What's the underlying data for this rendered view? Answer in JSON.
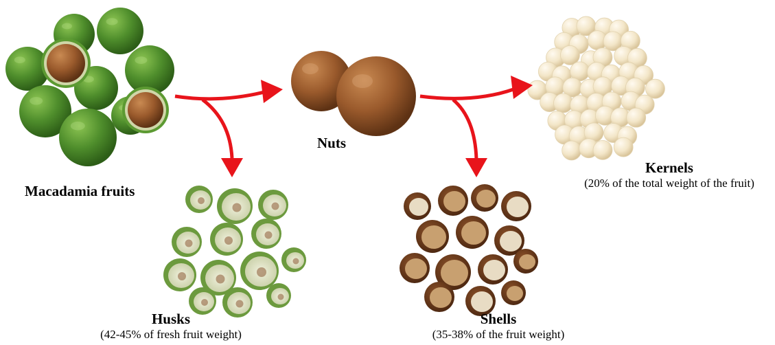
{
  "nodes": {
    "fruits": {
      "title": "Macadamia fruits",
      "note": ""
    },
    "nuts": {
      "title": "Nuts",
      "note": ""
    },
    "kernels": {
      "title": "Kernels",
      "note": "(20% of the total weight of the fruit)"
    },
    "husks": {
      "title": "Husks",
      "note": "(42-45% of fresh fruit weight)"
    },
    "shells": {
      "title": "Shells",
      "note": "(35-38% of the fruit weight)"
    }
  },
  "colors": {
    "arrow": "#e8141b",
    "fruit_green": "#4f8e2c",
    "husk_green": "#6c9a3e",
    "husk_inner": "#d8dcc0",
    "nut_brown": "#9a5a2c",
    "shell_brown": "#6a3a1c",
    "kernel_cream": "#f3e6c8"
  },
  "icons": [
    "macadamia-fruit-cluster",
    "nut-pair",
    "kernel-pile",
    "husk-pile",
    "shell-pile"
  ]
}
